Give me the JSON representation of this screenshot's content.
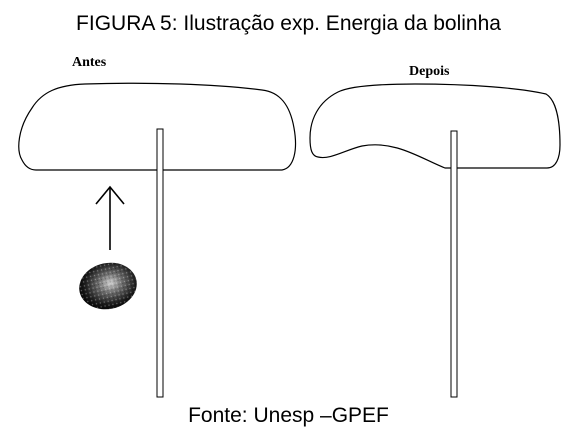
{
  "figure": {
    "title": "FIGURA 5: Ilustração exp. Energia da bolinha",
    "source": "Fonte: Unesp –GPEF"
  },
  "panels": {
    "before": {
      "label": "Antes"
    },
    "after": {
      "label": "Depois"
    }
  },
  "icons": {
    "membrane_before": "blob-shape",
    "membrane_after": "dented-blob-shape",
    "rod": "vertical-rod",
    "arrow": "arrow-up-icon",
    "ball": "textured-ball"
  },
  "colors": {
    "stroke": "#000000",
    "background": "#ffffff"
  }
}
